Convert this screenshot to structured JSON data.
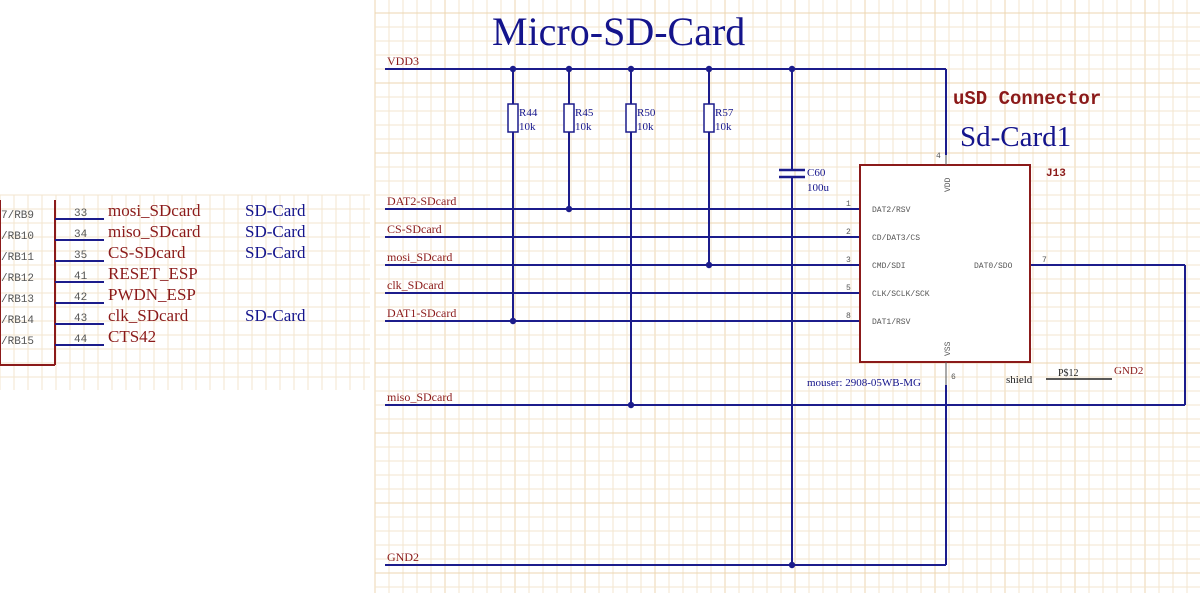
{
  "title": "Micro-SD-Card",
  "connector": {
    "heading": "uSD Connector",
    "name": "Sd-Card1",
    "ref": "J13",
    "part_note": "mouser: 2908-05WB-MG",
    "shield_label": "shield",
    "shield_pad": "P$12",
    "shield_net": "GND2",
    "pins_left": [
      {
        "num": "1",
        "label": "DAT2/RSV"
      },
      {
        "num": "2",
        "label": "CD/DAT3/CS"
      },
      {
        "num": "3",
        "label": "CMD/SDI"
      },
      {
        "num": "5",
        "label": "CLK/SCLK/SCK"
      },
      {
        "num": "8",
        "label": "DAT1/RSV"
      }
    ],
    "pin_vdd": {
      "num": "4",
      "label": "VDD"
    },
    "pin_vss": {
      "num": "6",
      "label": "VSS"
    },
    "pin_dat0": {
      "num": "7",
      "label": "DAT0/SDO"
    }
  },
  "rails": {
    "top": "VDD3",
    "bottom": "GND2"
  },
  "nets": [
    "DAT2-SDcard",
    "CS-SDcard",
    "mosi_SDcard",
    "clk_SDcard",
    "DAT1-SDcard",
    "miso_SDcard"
  ],
  "resistors": [
    {
      "ref": "R44",
      "value": "10k"
    },
    {
      "ref": "R45",
      "value": "10k"
    },
    {
      "ref": "R50",
      "value": "10k"
    },
    {
      "ref": "R57",
      "value": "10k"
    }
  ],
  "capacitor": {
    "ref": "C60",
    "value": "100u"
  },
  "mcu_pins": [
    {
      "port": "7/RB9",
      "num": "33",
      "net": "mosi_SDcard",
      "tag": "SD-Card"
    },
    {
      "port": "/RB10",
      "num": "34",
      "net": "miso_SDcard",
      "tag": "SD-Card"
    },
    {
      "port": "/RB11",
      "num": "35",
      "net": "CS-SDcard",
      "tag": "SD-Card"
    },
    {
      "port": "/RB12",
      "num": "41",
      "net": "RESET_ESP",
      "tag": ""
    },
    {
      "port": "/RB13",
      "num": "42",
      "net": "PWDN_ESP",
      "tag": ""
    },
    {
      "port": "/RB14",
      "num": "43",
      "net": "clk_SDcard",
      "tag": "SD-Card"
    },
    {
      "port": "/RB15",
      "num": "44",
      "net": "CTS42",
      "tag": ""
    }
  ],
  "colors": {
    "wire": "#1c1c8c",
    "net_label": "#8b1a1a",
    "grid": "#f3e6cf",
    "grid_major": "#ecd6b0",
    "pin": "#555555"
  }
}
